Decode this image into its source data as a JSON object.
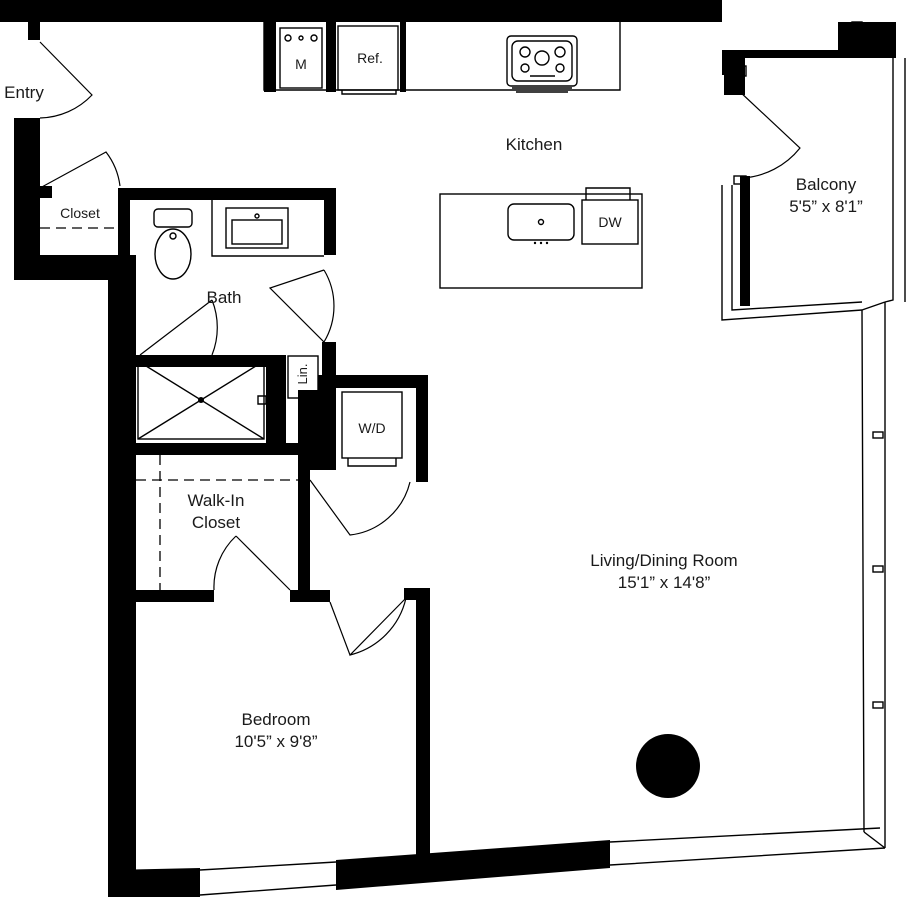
{
  "rooms": {
    "entry": "Entry",
    "kitchen": "Kitchen",
    "closet": "Closet",
    "bath": "Bath",
    "linen": "Lin.",
    "walkin_line1": "Walk-In",
    "walkin_line2": "Closet",
    "washer_dryer": "W/D",
    "balcony": "Balcony",
    "balcony_dims": "5'5” x 8'1”",
    "living": "Living/Dining Room",
    "living_dims": "15'1” x 14'8”",
    "bedroom": "Bedroom",
    "bedroom_dims": "10'5” x 9'8”"
  },
  "appliances": {
    "microwave": "M",
    "refrigerator": "Ref.",
    "dishwasher": "DW"
  },
  "icons": {
    "range": "range-cooktop-icon",
    "sink": "kitchen-sink-icon",
    "toilet": "toilet-icon",
    "vanity": "vanity-sink-icon",
    "shower": "shower-icon",
    "column": "structural-column-icon"
  }
}
